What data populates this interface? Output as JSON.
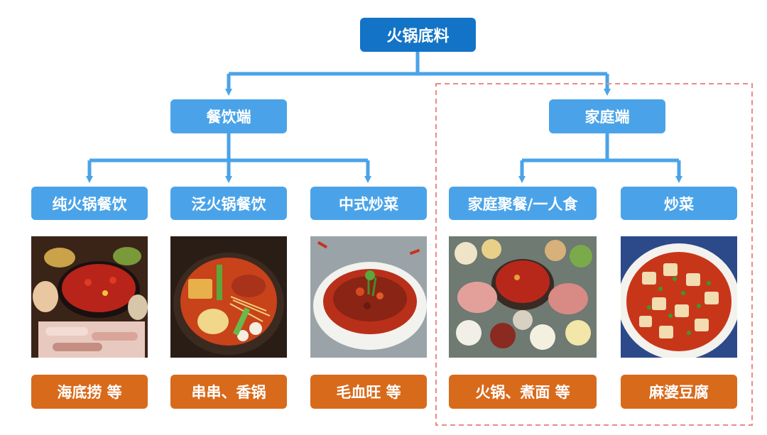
{
  "root": {
    "label": "火锅底料"
  },
  "branches": [
    {
      "label": "餐饮端"
    },
    {
      "label": "家庭端"
    }
  ],
  "categories": [
    {
      "label": "纯火锅餐饮",
      "example": "海底捞 等",
      "photo_icon": "hotpot-spread-photo"
    },
    {
      "label": "泛火锅餐饮",
      "example": "串串、香锅",
      "photo_icon": "claypot-stew-photo"
    },
    {
      "label": "中式炒菜",
      "example": "毛血旺 等",
      "photo_icon": "spicy-stew-bowl-photo"
    },
    {
      "label": "家庭聚餐/一人食",
      "example": "火锅、煮面 等",
      "photo_icon": "home-hotpot-table-photo"
    },
    {
      "label": "炒菜",
      "example": "麻婆豆腐",
      "photo_icon": "mapo-tofu-photo"
    }
  ],
  "colors": {
    "root": "#1374c7",
    "node": "#4aa3e8",
    "example": "#d86a1c",
    "highlight": "#e98b85",
    "connector": "#4aa3e8"
  }
}
